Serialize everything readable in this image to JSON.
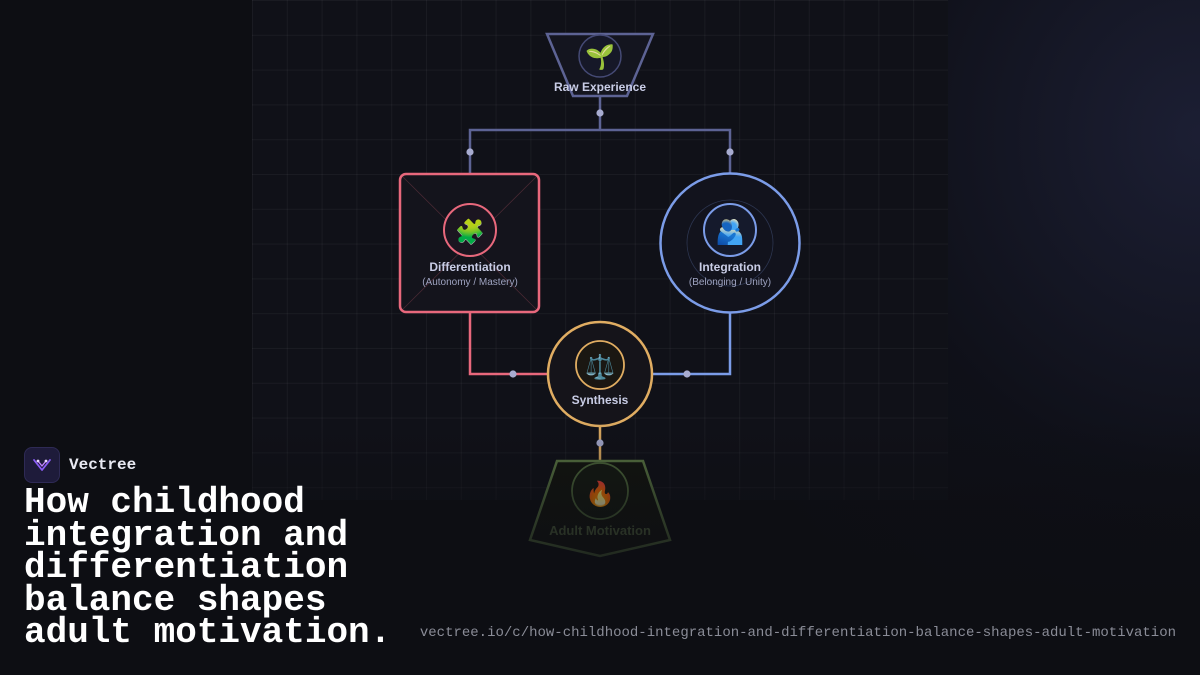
{
  "brand": {
    "name": "Vectree",
    "logo_icon": "vectree-logo-icon"
  },
  "headline": "How childhood\nintegration and\ndifferentiation\nbalance shapes\nadult motivation.",
  "url": "vectree.io/c/how-childhood-integration-and-differentiation-balance-shapes-adult-motivation",
  "diagram": {
    "nodes": {
      "raw": {
        "label": "Raw Experience",
        "icon": "🌱",
        "icon_name": "seedling-icon",
        "color": "#5d6394"
      },
      "differentiation": {
        "label": "Differentiation",
        "sub": "(Autonomy / Mastery)",
        "icon": "🧩",
        "icon_name": "puzzle-piece-icon",
        "color": "#e8687c"
      },
      "integration": {
        "label": "Integration",
        "sub": "(Belonging / Unity)",
        "icon": "🫂",
        "icon_name": "people-hugging-icon",
        "color": "#7b9ce8"
      },
      "synthesis": {
        "label": "Synthesis",
        "icon": "⚖️",
        "icon_name": "balance-scale-icon",
        "color": "#e0ad62"
      },
      "adult": {
        "label": "Adult Motivation",
        "icon": "🔥",
        "icon_name": "fire-icon",
        "color": "#5d7a45"
      }
    },
    "colors": {
      "connector_dot": "#a8acd0",
      "label_text": "#c9cde6",
      "sub_text": "#9ea3c0",
      "background": "#0d0e13"
    }
  }
}
